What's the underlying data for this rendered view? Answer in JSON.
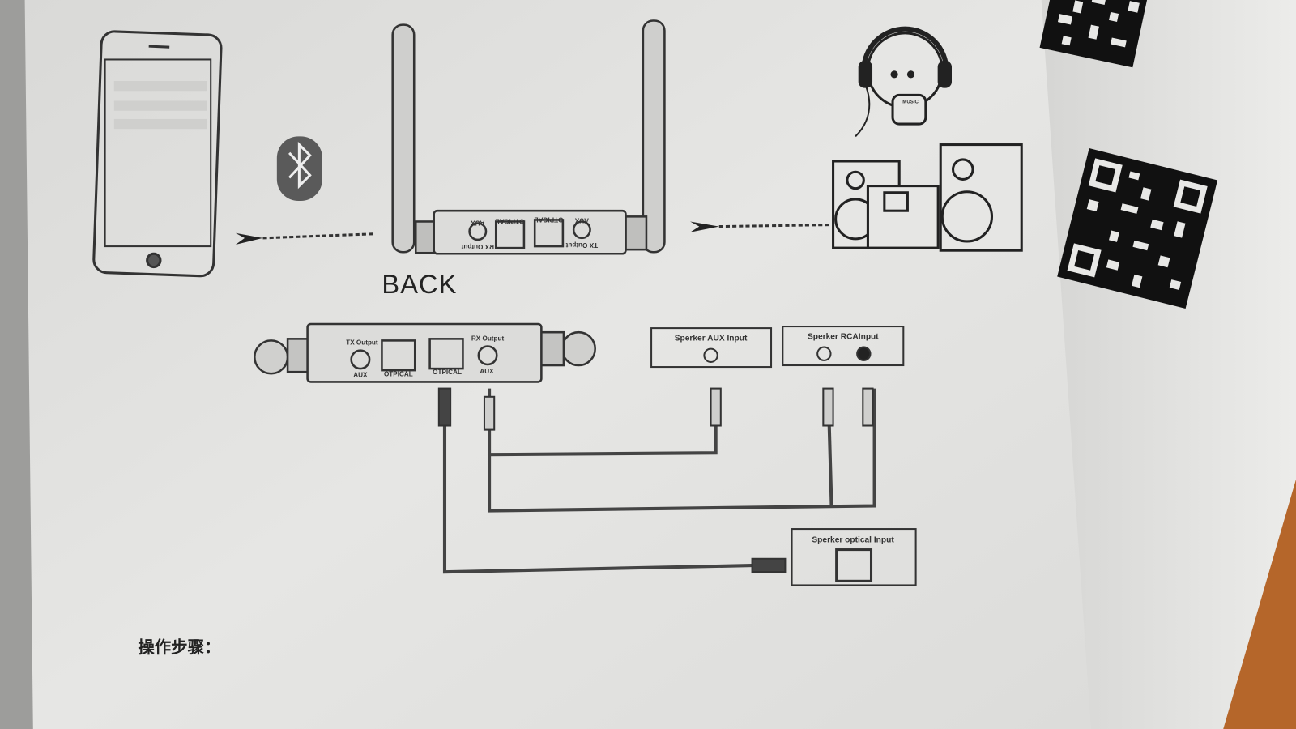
{
  "back_label": "BACK",
  "back_panel_labels": {
    "aux_left": "AUX",
    "optical_left": "OTPICAL",
    "optical_right": "OTPICAL",
    "aux_right": "AUX",
    "rx_output": "RX Output",
    "tx_output": "TX Output"
  },
  "front_panel_labels": {
    "tx_output": "TX Output",
    "aux_left": "AUX",
    "optical_left": "OTPICAL",
    "optical_right": "OTPICAL",
    "rx_output": "RX Output",
    "aux_right": "AUX"
  },
  "speaker_aux_input": "Sperker AUX Input",
  "speaker_rca_input": "Sperker RCAInput",
  "speaker_optical_input": "Sperker optical  Input",
  "headphone_shirt_text": "MUSIC",
  "steps_heading": "操作步骤：",
  "colors": {
    "paper": "#e4e4e2",
    "ink": "#333333",
    "wood": "#b5662a"
  }
}
